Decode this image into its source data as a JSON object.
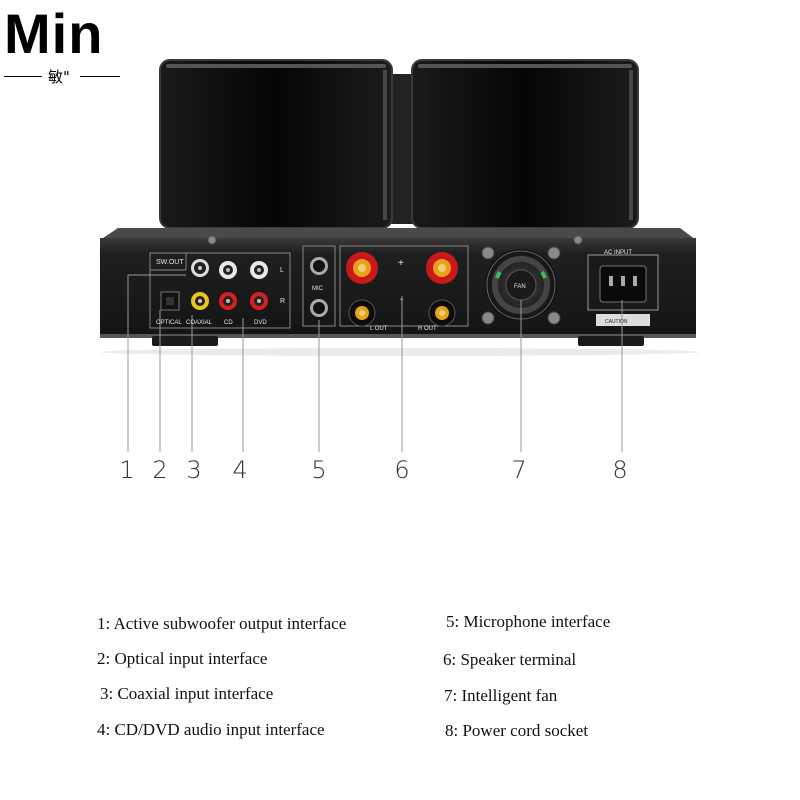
{
  "logo": {
    "brand": "Min",
    "sub": "敏\""
  },
  "panel_labels": {
    "sw_out": "SW.OUT",
    "optical": "OPTICAL",
    "coaxial": "COAXIAL",
    "cd": "CD",
    "dvd": "DVD",
    "l": "L",
    "r": "R",
    "mic": "MIC",
    "plus": "+",
    "minus": "-",
    "l_out": "L OUT",
    "r_out": "R OUT",
    "fan": "FAN",
    "ac_input": "AC INPUT",
    "caution": "CAUTION"
  },
  "callouts": [
    "1",
    "2",
    "3",
    "4",
    "5",
    "6",
    "7",
    "8"
  ],
  "legend": [
    {
      "num": "1",
      "text": "1: Active subwoofer output interface"
    },
    {
      "num": "2",
      "text": "2: Optical input interface"
    },
    {
      "num": "3",
      "text": "3: Coaxial input interface"
    },
    {
      "num": "4",
      "text": "4: CD/DVD audio input interface"
    },
    {
      "num": "5",
      "text": "5: Microphone interface"
    },
    {
      "num": "6",
      "text": "6: Speaker terminal"
    },
    {
      "num": "7",
      "text": "7: Intelligent fan"
    },
    {
      "num": "8",
      "text": "8: Power cord socket"
    }
  ]
}
